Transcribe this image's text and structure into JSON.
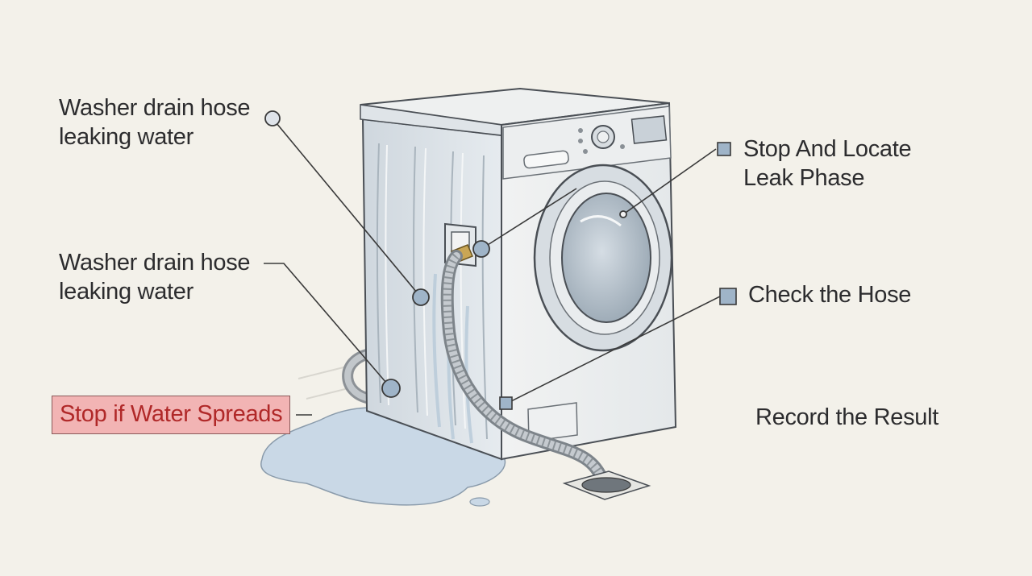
{
  "labels": {
    "drain_hose_top": {
      "line1": "Washer drain hose",
      "line2": "leaking water"
    },
    "drain_hose_middle": {
      "line1": "Washer drain hose",
      "line2": "leaking water"
    },
    "stop_and_locate": {
      "line1": "Stop And Locate",
      "line2": "Leak Phase"
    },
    "check_hose": "Check the Hose",
    "record_result": "Record the Result",
    "stop_water_spreads": "Stop if Water Spreads"
  },
  "colors": {
    "background": "#f3f1ea",
    "line": "#3a3a3a",
    "marker_fill": "#9fb4c8",
    "warning_fill": "#f2b4b4",
    "warning_text": "#b02828",
    "washer_body": "#e9edf0",
    "water": "#c9d8e6"
  },
  "icons": [
    "circle-marker-icon",
    "square-marker-icon"
  ]
}
